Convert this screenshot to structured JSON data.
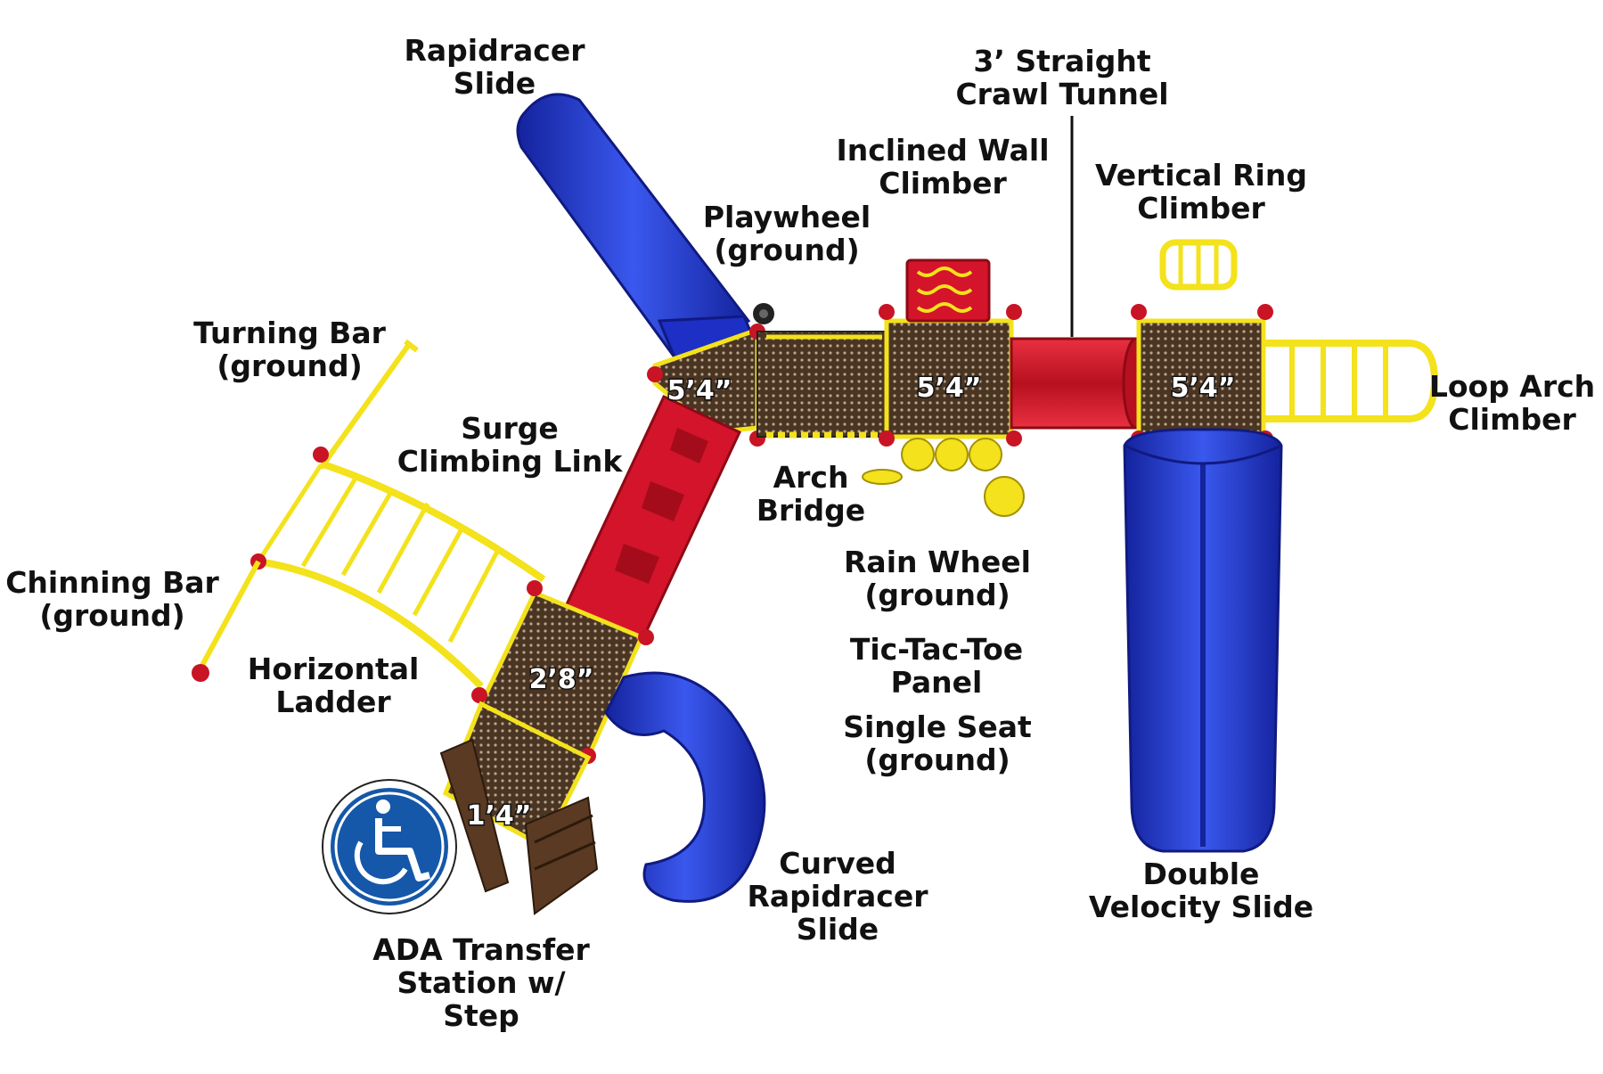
{
  "colors": {
    "blue": "#1d2fc4",
    "blue_light": "#3a58ee",
    "red": "#d4142a",
    "yellow": "#f3e21c",
    "brown": "#5a3a22",
    "deck": "#4a3422",
    "ada_blue": "#1557a8"
  },
  "icons": [
    "wheelchair-icon"
  ],
  "labels": {
    "rapidracer_slide": [
      "Rapidracer",
      "Slide"
    ],
    "straight_crawl_tunnel": [
      "3’ Straight",
      "Crawl Tunnel"
    ],
    "inclined_wall_climber": [
      "Inclined Wall",
      "Climber"
    ],
    "vertical_ring_climber": [
      "Vertical Ring",
      "Climber"
    ],
    "playwheel": [
      "Playwheel",
      "(ground)"
    ],
    "turning_bar": [
      "Turning Bar",
      "(ground)"
    ],
    "loop_arch_climber": [
      "Loop Arch",
      "Climber"
    ],
    "surge_climbing_link": [
      "Surge",
      "Climbing Link"
    ],
    "arch_bridge": [
      "Arch",
      "Bridge"
    ],
    "rain_wheel": [
      "Rain Wheel",
      "(ground)"
    ],
    "chinning_bar": [
      "Chinning Bar",
      "(ground)"
    ],
    "tic_tac_toe": [
      "Tic-Tac-Toe",
      "Panel"
    ],
    "horizontal_ladder": [
      "Horizontal",
      "Ladder"
    ],
    "single_seat": [
      "Single Seat",
      "(ground)"
    ],
    "curved_rapidracer_slide": [
      "Curved",
      "Rapidracer",
      "Slide"
    ],
    "double_velocity_slide": [
      "Double",
      "Velocity Slide"
    ],
    "ada_transfer_station": [
      "ADA Transfer",
      "Station w/",
      "Step"
    ]
  },
  "deck_heights": {
    "deck1": "5’4”",
    "deck2": "5’4”",
    "deck3": "5’4”",
    "deck4": "2’8”",
    "deck5": "1’4”"
  }
}
